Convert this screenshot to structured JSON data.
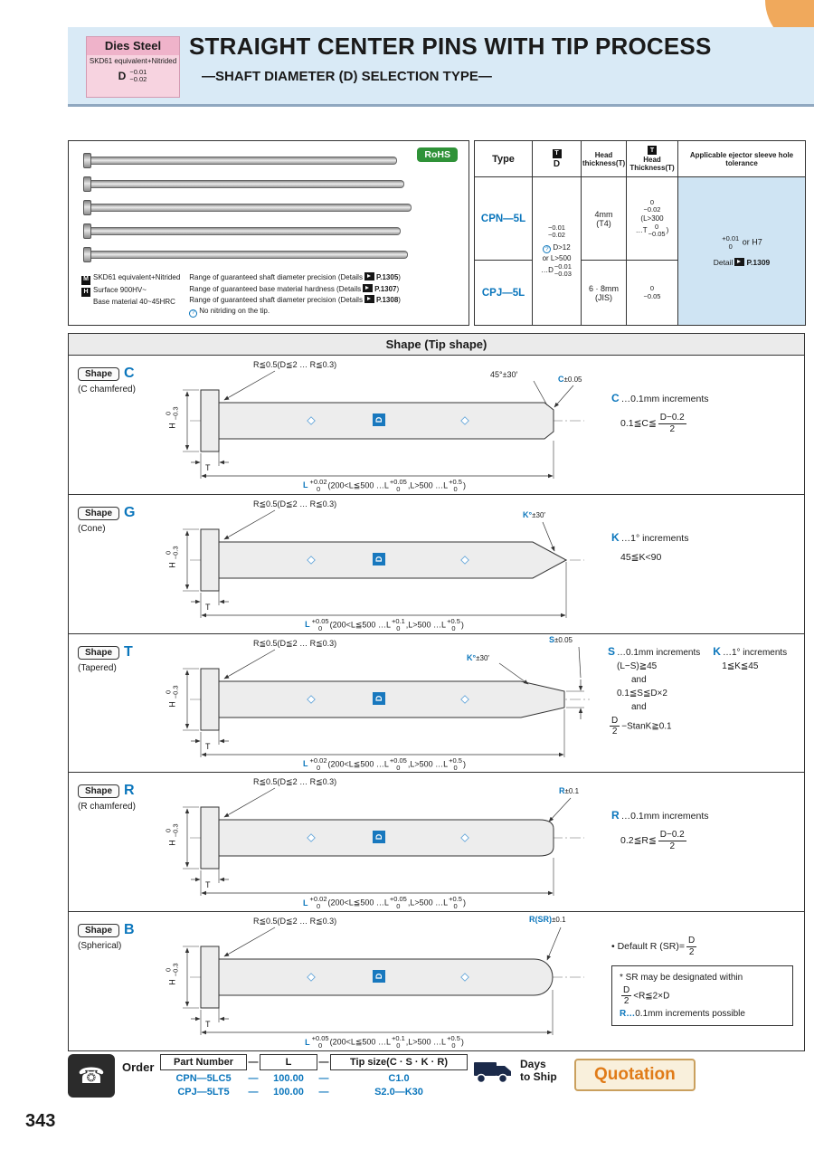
{
  "page_number": "343",
  "colors": {
    "accent_blue": "#0b76bc",
    "band_blue": "#d9eaf6",
    "material_pink": "#f7d3e0",
    "rohs_green": "#2f9238",
    "table_highlight_blue": "#cfe4f3",
    "quotation_orange": "#e07b18",
    "corner_orange": "#f0a95c"
  },
  "header": {
    "material": {
      "name": "Dies Steel",
      "treatment": "SKD61 equivalent+Nitrided",
      "dim": "D",
      "dim_tol": "−0.01|−0.02"
    },
    "title": "STRAIGHT CENTER PINS WITH TIP PROCESS",
    "subtitle": "—SHAFT DIAMETER (D) SELECTION TYPE—"
  },
  "product": {
    "rohs": "RoHS",
    "spec_notes": [
      {
        "badge": "M",
        "text": "SKD61 equivalent+Nitrided"
      },
      {
        "badge": "H",
        "text": "Surface 900HV~"
      },
      {
        "badge": "",
        "text": "Base material 40~45HRC"
      }
    ],
    "range_notes": [
      {
        "text": "Range of guaranteed shaft diameter precision (Details",
        "page": "P.1305",
        "post": ")"
      },
      {
        "text": "Range of guaranteed base material hardness (Details",
        "page": "P.1307",
        "post": ")"
      },
      {
        "text": "Range of guaranteed shaft diameter precision (Details",
        "page": "P.1308",
        "post": ")"
      }
    ],
    "tip_note": {
      "marker": "?",
      "text": "No nitriding on the tip."
    }
  },
  "spec_table": {
    "headers": {
      "type": "Type",
      "t_icon": "T",
      "d": "D",
      "head_thickness": "Head thickness(T)",
      "head_thickness2": "Head Thickness(T)",
      "tolerance": "Applicable ejector sleeve hole tolerance"
    },
    "cpn": {
      "type": "CPN—5L",
      "thick1": "4mm",
      "thick2": "(T4)",
      "t_tol": "0|−0.02",
      "t_note1": "(L>300",
      "t_note2": "…T",
      "t_note_tol": "0|−0.05",
      "t_note3": ")"
    },
    "cpj": {
      "type": "CPJ—5L",
      "thick1": "6 · 8mm",
      "thick2": "(JIS)",
      "t_tol": "0|−0.05"
    },
    "d_cell": {
      "tol": "−0.01|−0.02",
      "marker": "?",
      "note1": "D>12",
      "note2": "or L>500",
      "note3": "…D",
      "note_tol": "−0.01|−0.03"
    },
    "tol_cell": {
      "tol": "+0.01|0",
      "or": "or H7",
      "detail": "Detail",
      "page": "P.1309"
    }
  },
  "shapes_title": "Shape (Tip shape)",
  "shapes": [
    {
      "badge": "Shape",
      "letter": "C",
      "name": "(C chamfered)",
      "r_note": "R≦0.5(D≦2 … R≦0.3)",
      "angle": "45°±30′",
      "tip_var": "C",
      "tip_tol": "±0.05",
      "h": "H",
      "h_tol": "0|−0.3",
      "t": "T",
      "d": "D",
      "l": {
        "pre": "L",
        "t1": "+0.02|0",
        "m1": "(200<L≦500 …L",
        "t2": "+0.05|0",
        "m2": ",L>500 …L",
        "t3": "+0.5|0",
        "post": ")"
      },
      "notes": {
        "var": "C",
        "text": "…0.1mm increments",
        "cond_pre": "0.1≦C≦",
        "frac": "D−0.2|2"
      }
    },
    {
      "badge": "Shape",
      "letter": "G",
      "name": "(Cone)",
      "r_note": "R≦0.5(D≦2 … R≦0.3)",
      "tip_var": "K°",
      "tip_tol": "±30′",
      "h": "H",
      "h_tol": "0|−0.3",
      "t": "T",
      "d": "D",
      "l": {
        "pre": "L",
        "t1": "+0.05|0",
        "m1": "(200<L≦500  …L",
        "t2": "+0.1|0",
        "m2": ",L>500 …L",
        "t3": "+0.5|0",
        "post": ")"
      },
      "notes": {
        "var": "K",
        "text": "…1° increments",
        "cond": "45≦K<90"
      }
    },
    {
      "badge": "Shape",
      "letter": "T",
      "name": "(Tapered)",
      "r_note": "R≦0.5(D≦2 … R≦0.3)",
      "angle_var": "K°",
      "angle_tol": "±30′",
      "tip_var": "S",
      "tip_tol": "±0.05",
      "h": "H",
      "h_tol": "0|−0.3",
      "t": "T",
      "d": "D",
      "l": {
        "pre": "L",
        "t1": "+0.02|0",
        "m1": "(200<L≦500 …L",
        "t2": "+0.05|0",
        "m2": ",L>500 …L",
        "t3": "+0.5|0",
        "post": ")"
      },
      "notes": {
        "s_var": "S",
        "s_text": "…0.1mm increments",
        "c1": "(L−S)≧45",
        "and1": "and",
        "c2": "0.1≦S≦D×2",
        "and2": "and",
        "c3_frac": "D|2",
        "c3_post": "−StanK≧0.1",
        "k_var": "K",
        "k_text": "…1° increments",
        "k_cond": "1≦K≦45"
      }
    },
    {
      "badge": "Shape",
      "letter": "R",
      "name": "(R chamfered)",
      "r_note": "R≦0.5(D≦2 … R≦0.3)",
      "tip_var": "R",
      "tip_tol": "±0.1",
      "h": "H",
      "h_tol": "0|−0.3",
      "t": "T",
      "d": "D",
      "l": {
        "pre": "L",
        "t1": "+0.02|0",
        "m1": "(200<L≦500 …L",
        "t2": "+0.05|0",
        "m2": ",L>500 …L",
        "t3": "+0.5|0",
        "post": ")"
      },
      "notes": {
        "var": "R",
        "text": "…0.1mm increments",
        "cond_pre": "0.2≦R≦",
        "frac": "D−0.2|2"
      }
    },
    {
      "badge": "Shape",
      "letter": "B",
      "name": "(Spherical)",
      "r_note": "R≦0.5(D≦2 … R≦0.3)",
      "tip_var": "R(SR)",
      "tip_tol": "±0.1",
      "h": "H",
      "h_tol": "0|−0.3",
      "t": "T",
      "d": "D",
      "l": {
        "pre": "L",
        "t1": "+0.05|0",
        "m1": "(200<L≦500  …L",
        "t2": "+0.1|0",
        "m2": ",L>500 …L",
        "t3": "+0.5|0",
        "post": ")"
      },
      "notes": {
        "default_pre": "• Default R (SR)=",
        "default_frac": "D|2",
        "box_line1": "* SR may be designated within",
        "box_frac": "D|2",
        "box_post": "<R≦2×D",
        "box_r": "R…",
        "box_line2": "0.1mm increments possible"
      }
    }
  ],
  "order": {
    "label": "Order",
    "col_part": "Part Number",
    "col_l": "L",
    "col_tip": "Tip size(C · S · K · R)",
    "dash": "—",
    "examples": [
      {
        "pn": "CPN—5LC5",
        "len": "100.00",
        "tip": "C1.0"
      },
      {
        "pn": "CPJ—5LT5",
        "len": "100.00",
        "tip": "S2.0—K30"
      }
    ],
    "days1": "Days",
    "days2": "to Ship",
    "quotation": "Quotation"
  }
}
